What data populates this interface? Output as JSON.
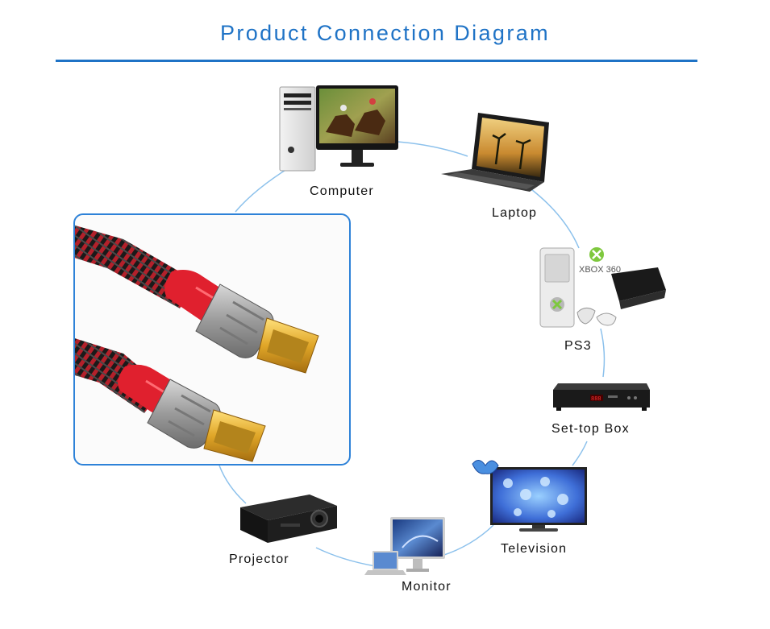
{
  "header": {
    "title": "Product Connection Diagram"
  },
  "devices": {
    "computer": "Computer",
    "laptop": "Laptop",
    "ps3": "PS3",
    "settop": "Set-top Box",
    "television": "Television",
    "monitor": "Monitor",
    "projector": "Projector"
  },
  "badges": {
    "xbox": "XBOX 360"
  },
  "colors": {
    "accent": "#1f73c6",
    "connector_line": "#8cc1ec",
    "cable_red": "#e0202e"
  }
}
